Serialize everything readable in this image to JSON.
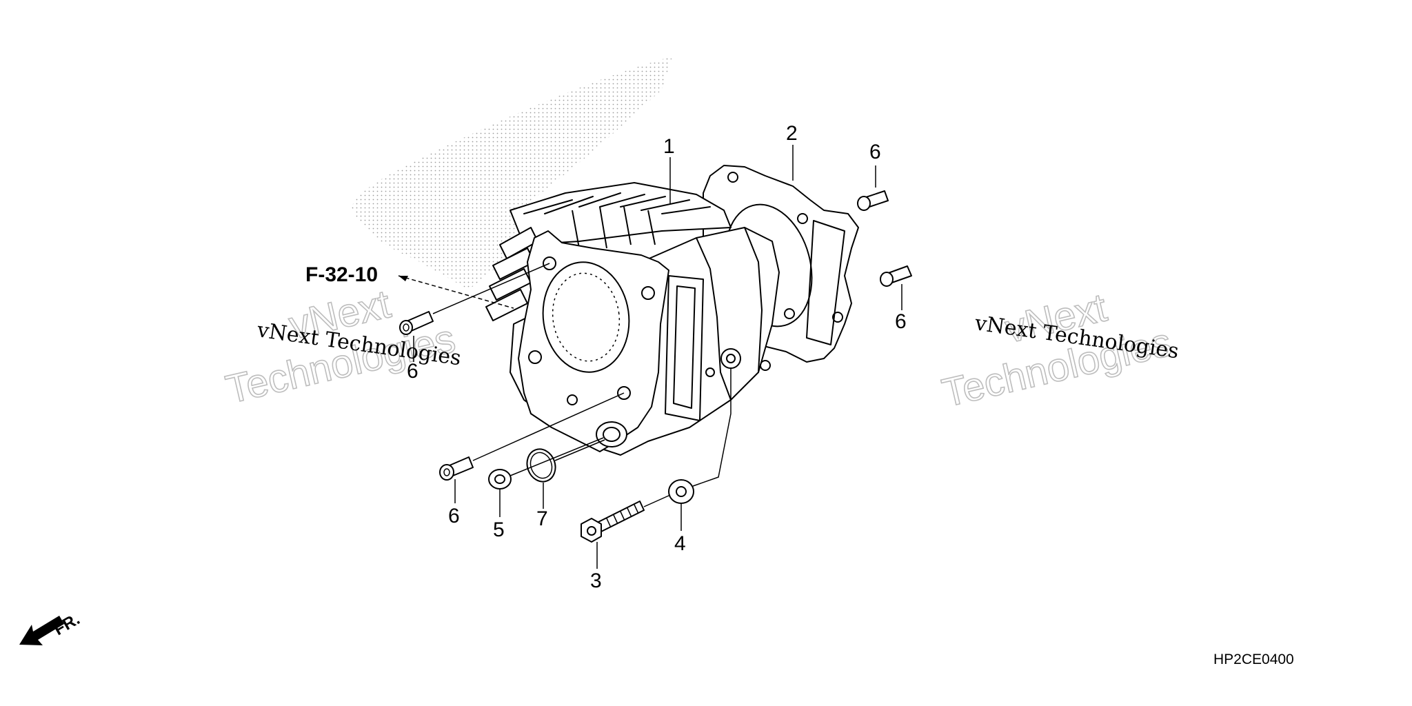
{
  "diagram": {
    "callouts": {
      "c1": "1",
      "c2": "2",
      "c3": "3",
      "c4": "4",
      "c5": "5",
      "c6a": "6",
      "c6b": "6",
      "c6c": "6",
      "c6d": "6",
      "c7": "7"
    },
    "reference_label": "F-32-10",
    "diagram_code": "HP2CE0400",
    "front_indicator": "FR.",
    "watermark": {
      "line1": "vNext",
      "line2": "Technologies",
      "caption": "vNext Technologies"
    }
  }
}
